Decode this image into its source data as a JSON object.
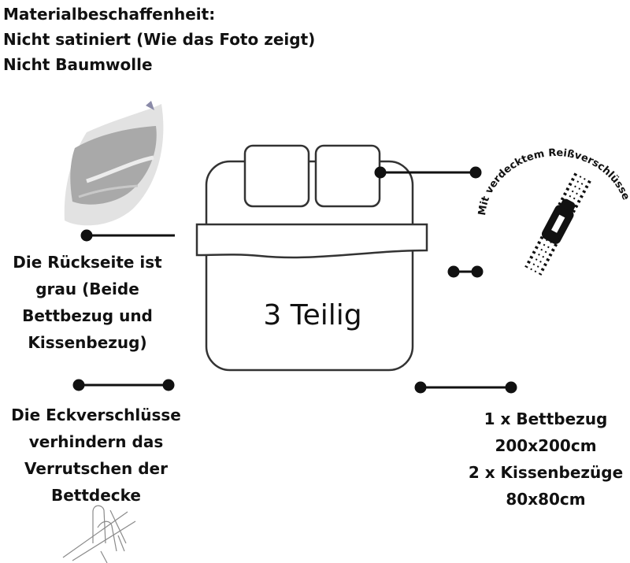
{
  "material": {
    "lines": [
      "Materialbeschaffenheit:",
      "Nicht satiniert (Wie das Foto zeigt)",
      "Nicht Baumwolle"
    ]
  },
  "back_note": {
    "lines": [
      "Die Rückseite ist",
      "grau (Beide",
      "Bettbezug und",
      "Kissenbezug)"
    ]
  },
  "corner_note": {
    "lines": [
      "Die Eckverschlüsse",
      "verhindern das",
      "Verrutschen der",
      "Bettdecke"
    ]
  },
  "bed_label": "3 Teilig",
  "zipper_label": "Mit verdecktem Reißverschlüsse",
  "contents": {
    "lines": [
      "1 x Bettbezug",
      "200x200cm",
      "2 x Kissenbezüge",
      "80x80cm"
    ]
  },
  "colors": {
    "text": "#111111",
    "line": "#111111",
    "fabric_gray": "#a9a9a9",
    "fabric_light": "#e2e2e2"
  }
}
